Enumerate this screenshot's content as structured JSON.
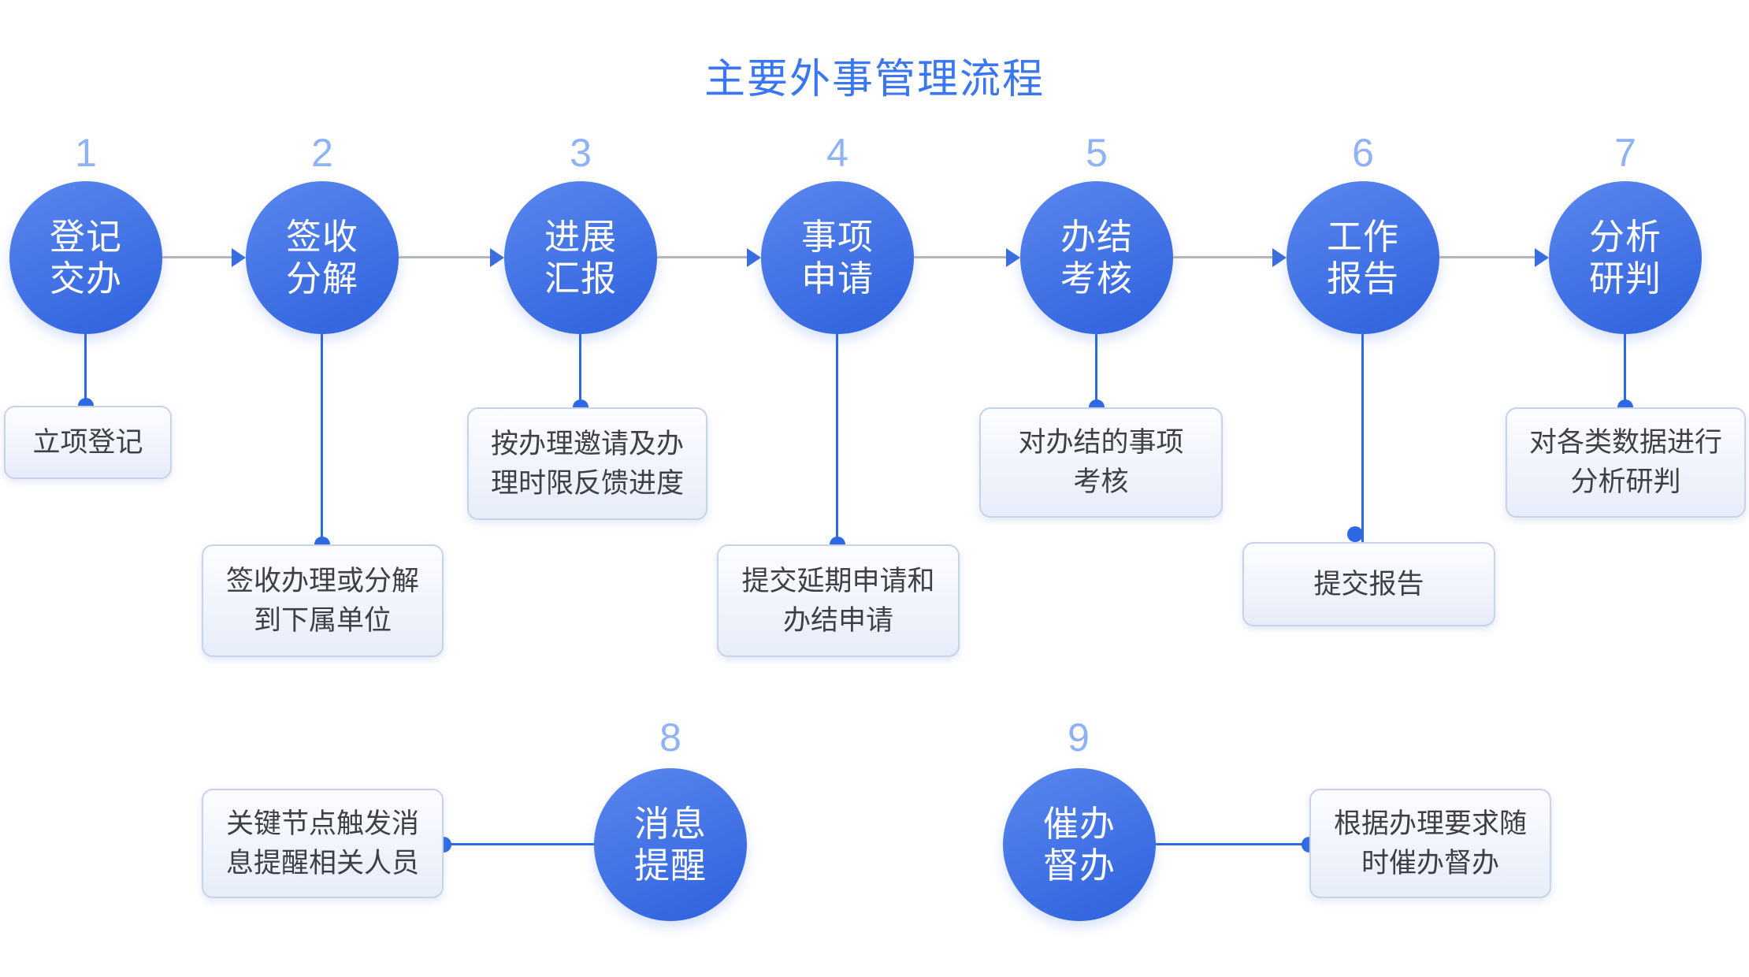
{
  "title": "主要外事管理流程",
  "colors": {
    "title_blue": "#3a76ef",
    "number_blue": "#8fb2f5",
    "circle_gradient_top": "#5b87ee",
    "circle_gradient_bottom": "#2d61dd",
    "connector_blue": "#2c69e5",
    "connector_gray": "#b3b5ba",
    "note_border": "#c8d2eb",
    "note_text": "#3e4046"
  },
  "steps": [
    {
      "number": "1",
      "label": "登记\n交办",
      "note": "立项登记"
    },
    {
      "number": "2",
      "label": "签收\n分解",
      "note": "签收办理或分解\n到下属单位"
    },
    {
      "number": "3",
      "label": "进展\n汇报",
      "note": "按办理邀请及办\n理时限反馈进度"
    },
    {
      "number": "4",
      "label": "事项\n申请",
      "note": "提交延期申请和\n办结申请"
    },
    {
      "number": "5",
      "label": "办结\n考核",
      "note": "对办结的事项\n考核"
    },
    {
      "number": "6",
      "label": "工作\n报告",
      "note": "提交报告"
    },
    {
      "number": "7",
      "label": "分析\n研判",
      "note": "对各类数据进行\n分析研判"
    },
    {
      "number": "8",
      "label": "消息\n提醒",
      "note": "关键节点触发消\n息提醒相关人员"
    },
    {
      "number": "9",
      "label": "催办\n督办",
      "note": "根据办理要求随\n时催办督办"
    }
  ]
}
